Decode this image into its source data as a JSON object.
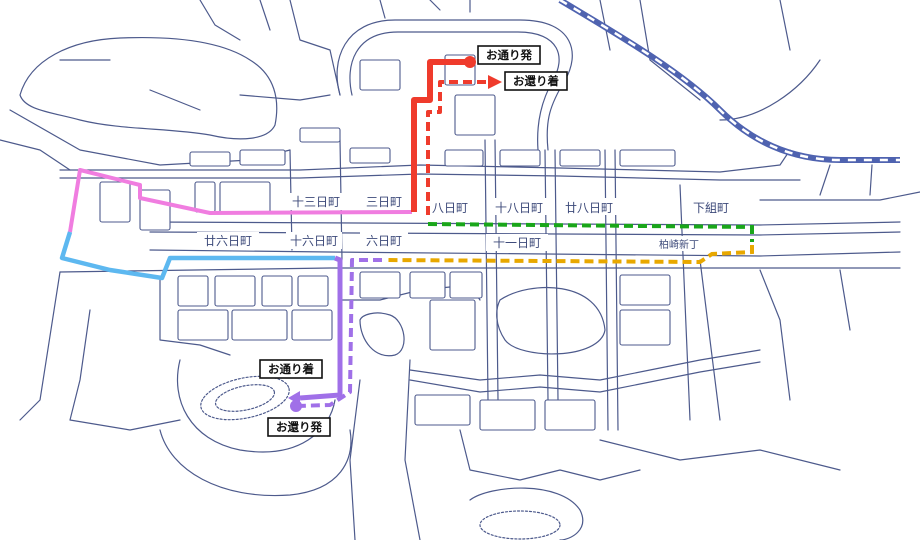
{
  "colors": {
    "street": "#4d5a8c",
    "railway_dark": "#4f63b0",
    "outbound_red": "#ef3b2c",
    "return_red_dashed": "#ef3b2c",
    "pink": "#f07de0",
    "blue": "#5db8f0",
    "purple": "#a070e8",
    "green_dashed": "#1aa61a",
    "orange_dashed": "#e8a800"
  },
  "callouts": {
    "outbound_depart": "お通り発",
    "return_arrive": "お還り着",
    "outbound_arrive": "お通り着",
    "return_depart": "お還り発"
  },
  "towns": {
    "jusan": "十三日町",
    "mikka": "三日町",
    "yoka": "八日町",
    "juhachi": "十八日町",
    "nijuhachi": "廿八日町",
    "shimogumi": "下組町",
    "nijuroku": "廿六日町",
    "juroku": "十六日町",
    "muika": "六日町",
    "juichi": "十一日町",
    "kashiwazaki": "柏崎新丁"
  },
  "icons": {
    "railway": "railway-track",
    "route_start_marker": "circle-marker",
    "route_end_marker": "arrow-marker"
  }
}
